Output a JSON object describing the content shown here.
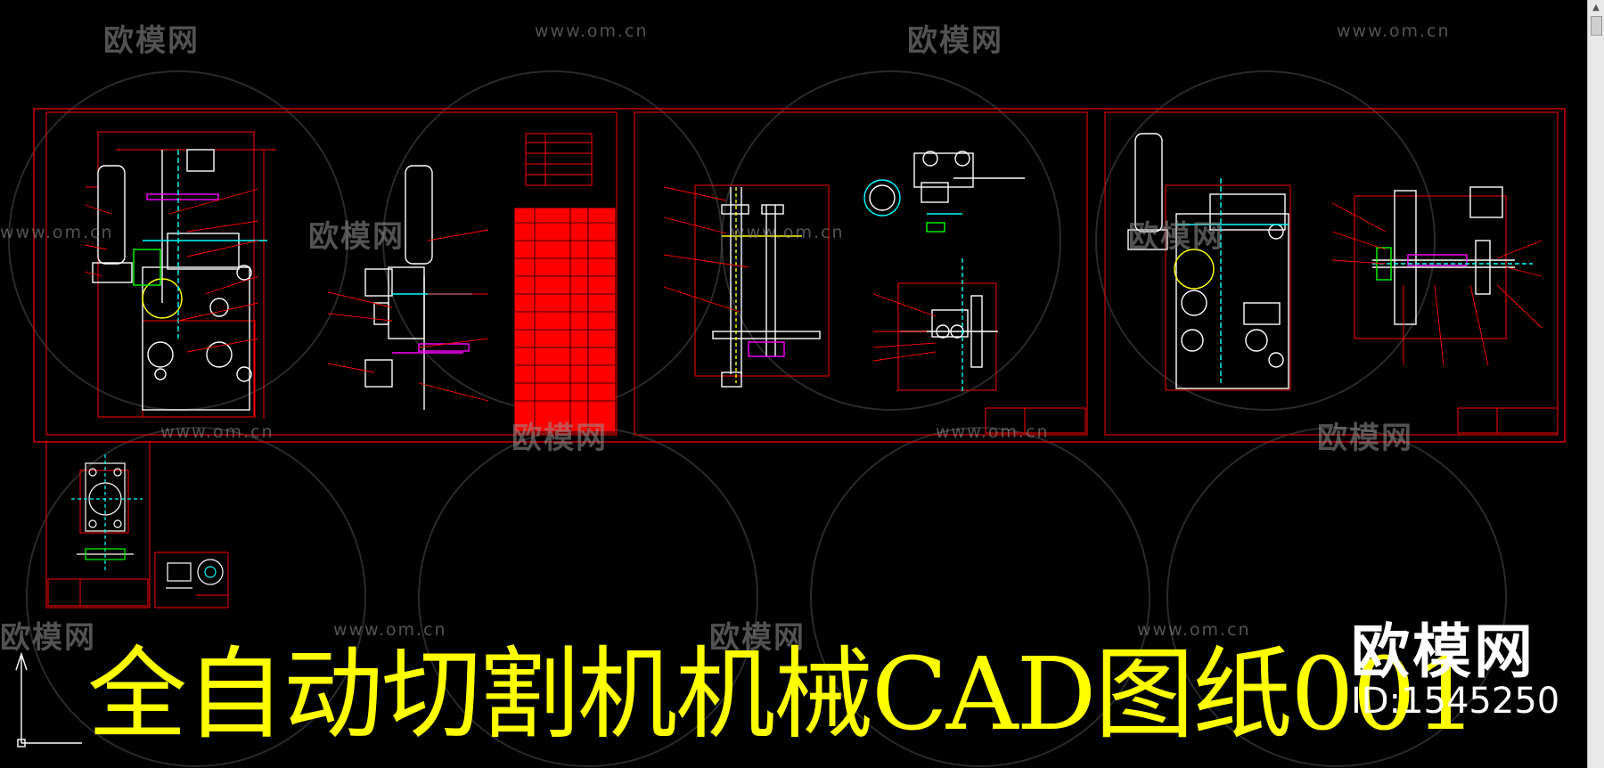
{
  "watermark": {
    "logo_text": "欧模网",
    "url_text": "www.om.cn"
  },
  "caption": "全自动切割机机械CAD图纸001",
  "brand": {
    "name": "欧模网",
    "id_text": "ID:1545250"
  },
  "colors": {
    "background": "#000000",
    "border": "#ff0000",
    "caption": "#ffff00",
    "white_lines": "#ffffff",
    "cyan_lines": "#00ffff",
    "magenta_lines": "#ff00ff",
    "green_lines": "#00ff00"
  },
  "icons": {
    "ucs": "ucs-axis-icon",
    "scroll_up": "chevron-up-icon"
  },
  "scrollbar": {
    "up_arrow": "▲"
  }
}
